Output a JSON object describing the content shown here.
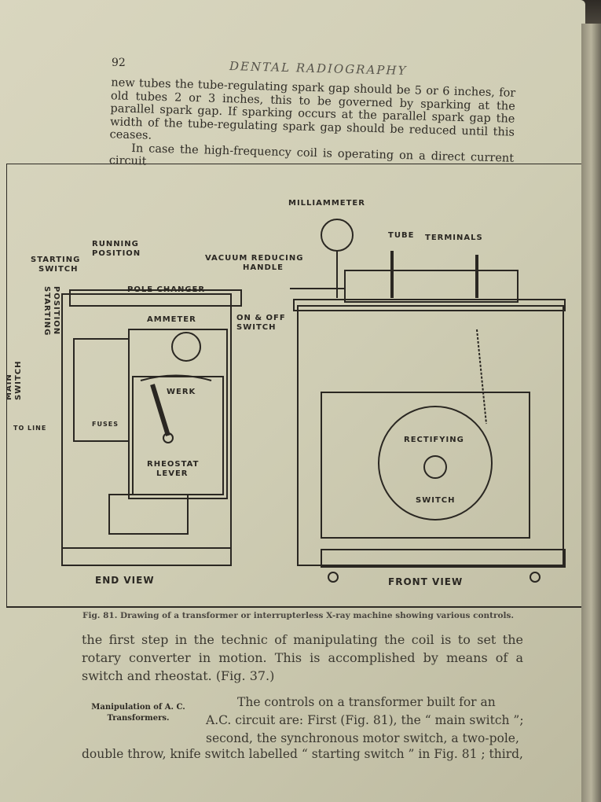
{
  "page_number": "92",
  "running_head": "DENTAL RADIOGRAPHY",
  "paragraph_top": [
    "new tubes the tube-regulating spark gap should be 5 or 6 inches, for old tubes 2 or 3 inches, this to be governed by sparking at the parallel spark gap. If sparking occurs at the parallel spark gap the width of the tube-regulating spark gap should be reduced until this ceases.",
    "In case the high-frequency coil is operating on a direct current circuit"
  ],
  "figure": {
    "labels": {
      "milliammeter": "MILLIAMMETER",
      "tube": "TUBE",
      "terminals": "TERMINALS",
      "running_position": [
        "RUNNING",
        "POSITION"
      ],
      "vacuum_reducing_handle": [
        "VACUUM REDUCING",
        "HANDLE"
      ],
      "starting_switch": [
        "STARTING",
        "SWITCH"
      ],
      "pole_changer": "POLE CHANGER",
      "starting_position": [
        "STARTING",
        "POSITION"
      ],
      "ammeter": "AMMETER",
      "on_off_switch": [
        "ON & OFF",
        "SWITCH"
      ],
      "main_switch": [
        "MAIN",
        "SWITCH"
      ],
      "to_line": "TO LINE",
      "fuses": "FUSES",
      "werk": "WERK",
      "rheostat_lever": [
        "RHEOSTAT",
        "LEVER"
      ],
      "rectifying": "RECTIFYING",
      "switch": "SWITCH",
      "end_view": "END VIEW",
      "front_view": "FRONT VIEW"
    },
    "caption": "Fig. 81. Drawing of a transformer or interrupterless X-ray machine showing various controls."
  },
  "paragraph_bottom": [
    "the first step in the technic of manipulating the coil is to set the rotary converter in motion. This is accomplished by means of a switch and rheostat. (Fig. 37.)"
  ],
  "side_heading": [
    "Manipulation of A. C.",
    "Transformers."
  ],
  "paragraph_controls": [
    "The controls on a transformer built for an A.C. circuit are: First (Fig. 81), the “ main switch ”; second, the synchronous motor switch, a two-pole,",
    "double throw, knife switch labelled “ starting switch ” in Fig. 81 ; third,"
  ]
}
